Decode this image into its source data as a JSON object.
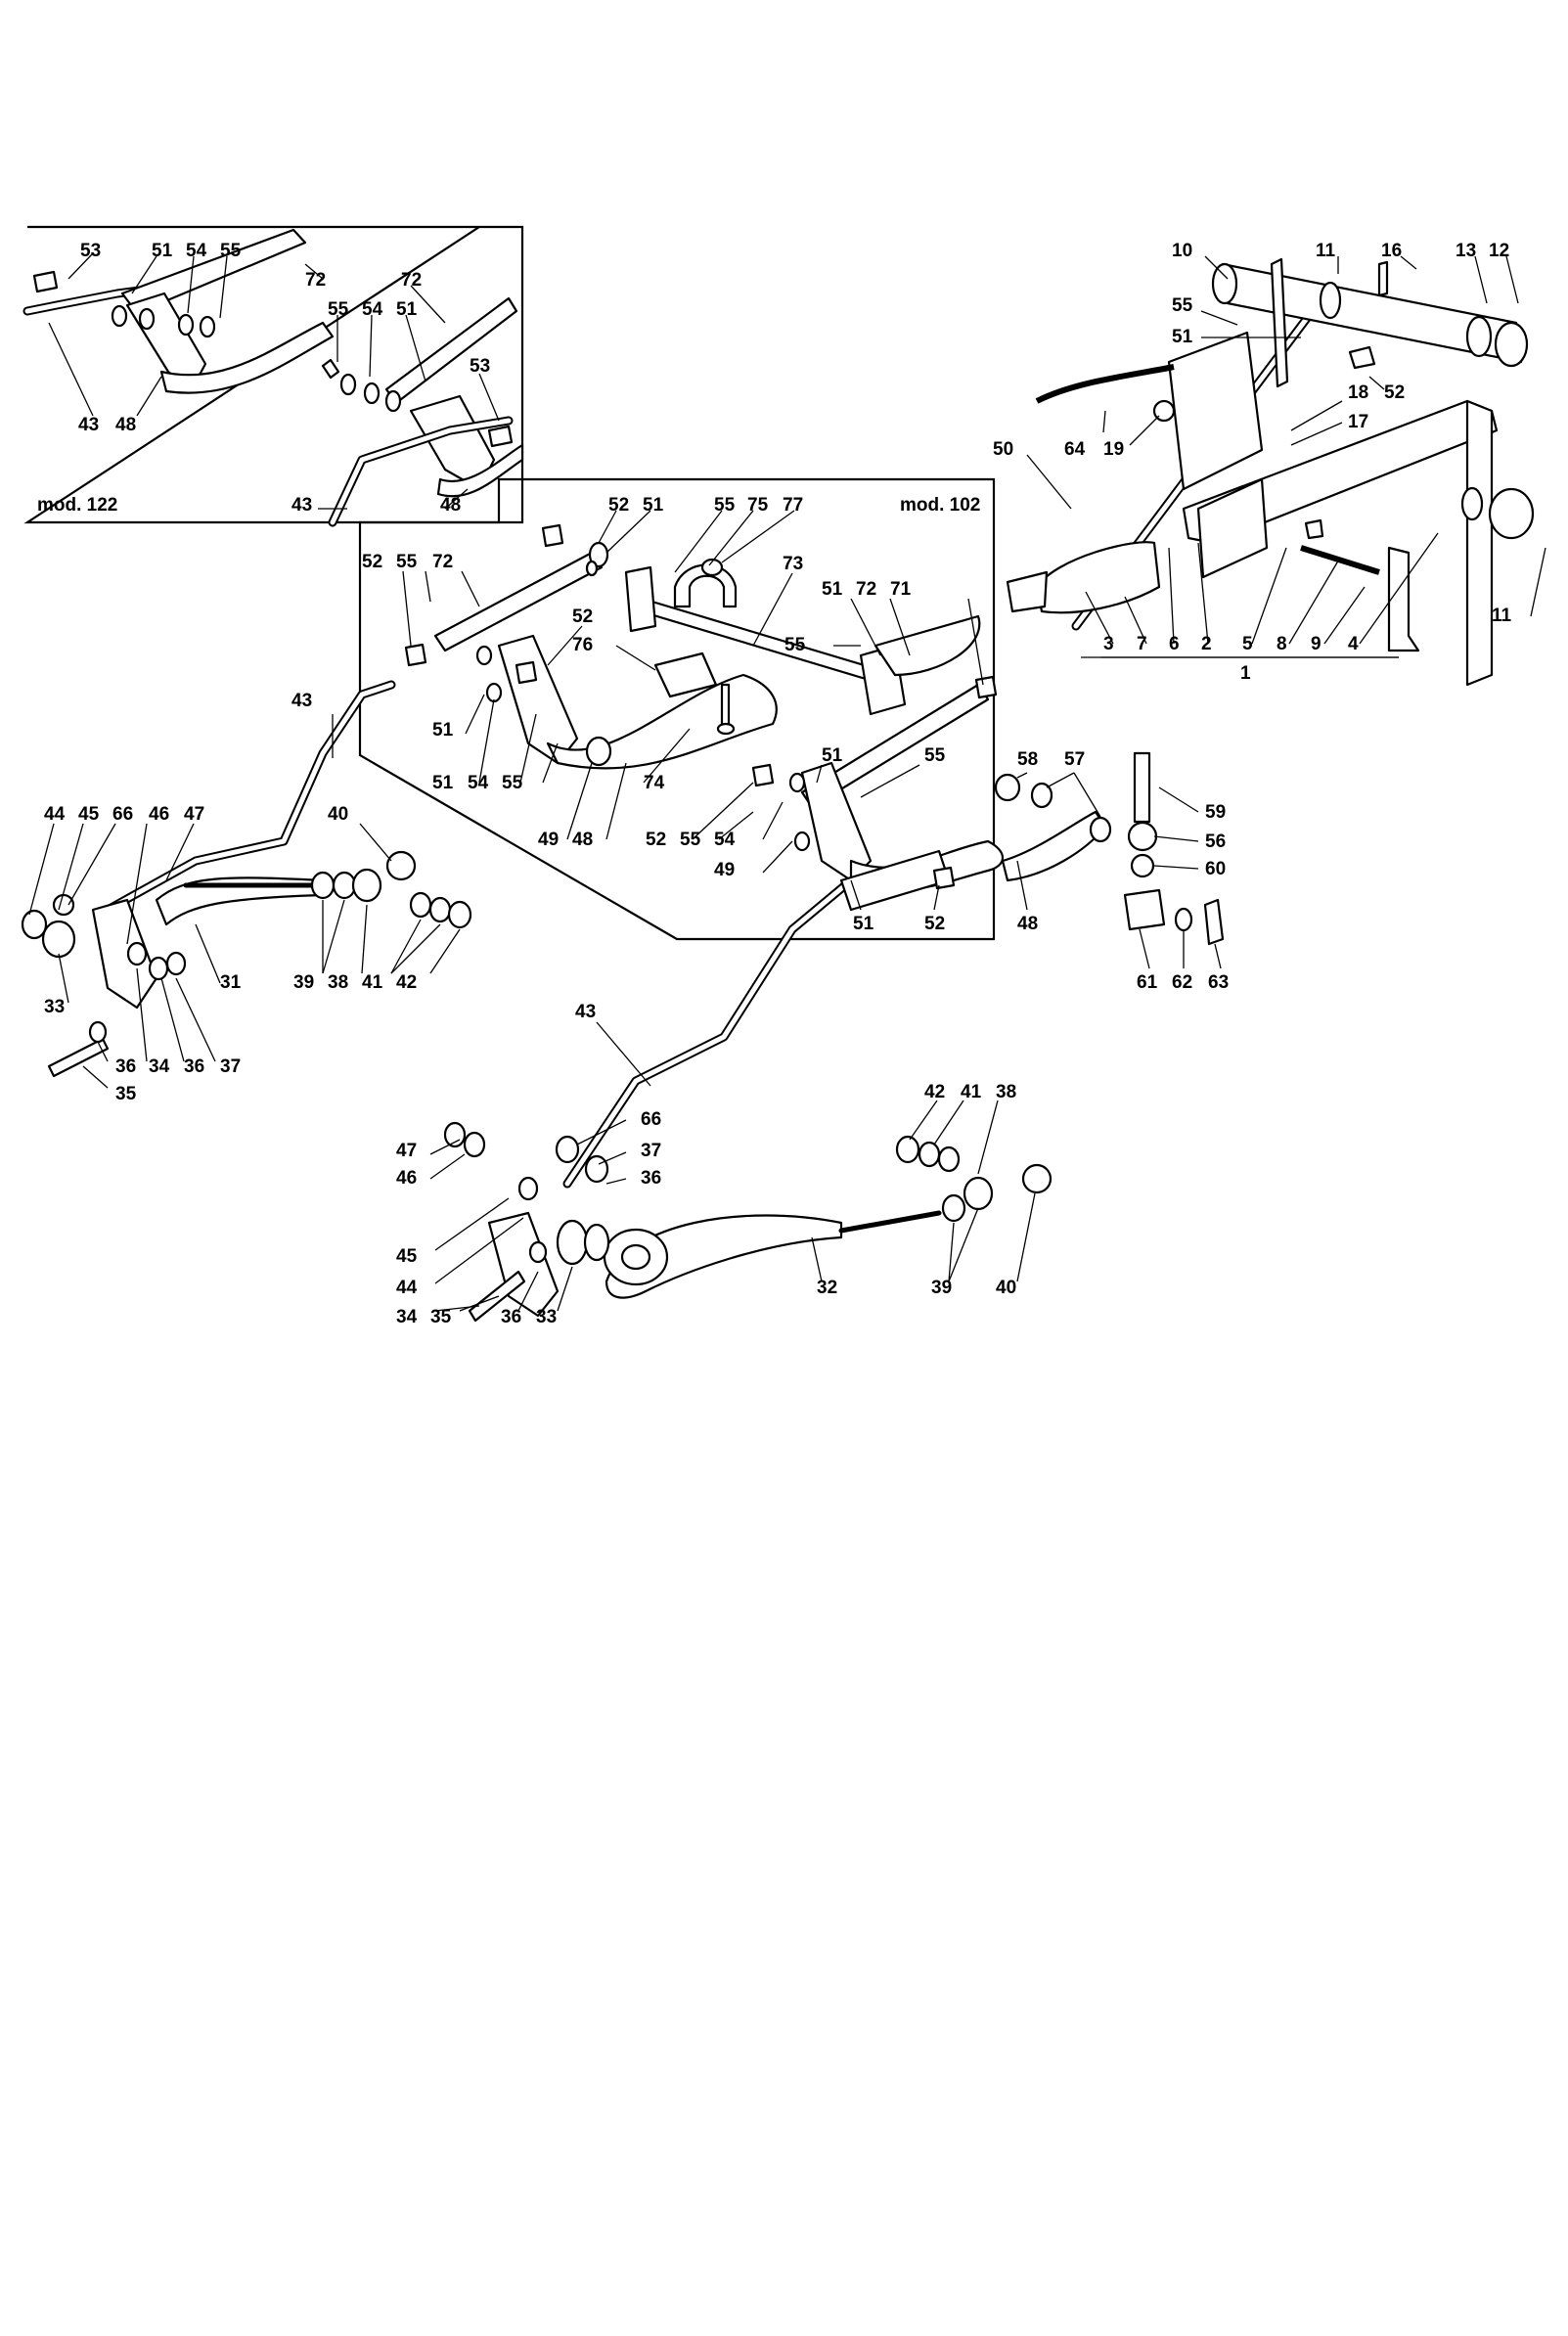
{
  "insets": {
    "mod122": "mod. 122",
    "mod102": "mod. 102"
  },
  "callouts": [
    {
      "id": "c1",
      "t": "53"
    },
    {
      "id": "c2",
      "t": "51"
    },
    {
      "id": "c3",
      "t": "54"
    },
    {
      "id": "c4",
      "t": "55"
    },
    {
      "id": "c5",
      "t": "72"
    },
    {
      "id": "c6",
      "t": "72"
    },
    {
      "id": "c7",
      "t": "55"
    },
    {
      "id": "c8",
      "t": "54"
    },
    {
      "id": "c9",
      "t": "51"
    },
    {
      "id": "c10",
      "t": "53"
    },
    {
      "id": "c11",
      "t": "43"
    },
    {
      "id": "c12",
      "t": "48"
    },
    {
      "id": "c13",
      "t": "43"
    },
    {
      "id": "c14",
      "t": "48"
    },
    {
      "id": "c15",
      "t": "10"
    },
    {
      "id": "c16",
      "t": "11"
    },
    {
      "id": "c17",
      "t": "16"
    },
    {
      "id": "c18",
      "t": "13"
    },
    {
      "id": "c19",
      "t": "12"
    },
    {
      "id": "c20",
      "t": "55"
    },
    {
      "id": "c21",
      "t": "51"
    },
    {
      "id": "c22",
      "t": "52"
    },
    {
      "id": "c23",
      "t": "18"
    },
    {
      "id": "c24",
      "t": "17"
    },
    {
      "id": "c25",
      "t": "64"
    },
    {
      "id": "c26",
      "t": "19"
    },
    {
      "id": "c27",
      "t": "50"
    },
    {
      "id": "c28",
      "t": "11"
    },
    {
      "id": "c29",
      "t": "3"
    },
    {
      "id": "c30",
      "t": "7"
    },
    {
      "id": "c31",
      "t": "6"
    },
    {
      "id": "c32",
      "t": "2"
    },
    {
      "id": "c33",
      "t": "5"
    },
    {
      "id": "c34",
      "t": "8"
    },
    {
      "id": "c35",
      "t": "9"
    },
    {
      "id": "c36",
      "t": "4"
    },
    {
      "id": "c37",
      "t": "1"
    },
    {
      "id": "c38",
      "t": "52"
    },
    {
      "id": "c39",
      "t": "51"
    },
    {
      "id": "c40",
      "t": "55"
    },
    {
      "id": "c41",
      "t": "75"
    },
    {
      "id": "c42",
      "t": "77"
    },
    {
      "id": "c43",
      "t": "52"
    },
    {
      "id": "c44",
      "t": "55"
    },
    {
      "id": "c45",
      "t": "72"
    },
    {
      "id": "c46",
      "t": "73"
    },
    {
      "id": "c47",
      "t": "52"
    },
    {
      "id": "c48",
      "t": "76"
    },
    {
      "id": "c49",
      "t": "51"
    },
    {
      "id": "c50",
      "t": "72"
    },
    {
      "id": "c51",
      "t": "71"
    },
    {
      "id": "c52",
      "t": "55"
    },
    {
      "id": "c53",
      "t": "51"
    },
    {
      "id": "c54",
      "t": "51"
    },
    {
      "id": "c55",
      "t": "54"
    },
    {
      "id": "c56",
      "t": "55"
    },
    {
      "id": "c57",
      "t": "74"
    },
    {
      "id": "c58",
      "t": "49"
    },
    {
      "id": "c59",
      "t": "48"
    },
    {
      "id": "c60",
      "t": "51"
    },
    {
      "id": "c61",
      "t": "55"
    },
    {
      "id": "c62",
      "t": "52"
    },
    {
      "id": "c63",
      "t": "55"
    },
    {
      "id": "c64",
      "t": "54"
    },
    {
      "id": "c65",
      "t": "49"
    },
    {
      "id": "c66",
      "t": "51"
    },
    {
      "id": "c67",
      "t": "52"
    },
    {
      "id": "c68",
      "t": "43"
    },
    {
      "id": "c69",
      "t": "58"
    },
    {
      "id": "c70",
      "t": "57"
    },
    {
      "id": "c71",
      "t": "59"
    },
    {
      "id": "c72",
      "t": "56"
    },
    {
      "id": "c73",
      "t": "60"
    },
    {
      "id": "c74",
      "t": "48"
    },
    {
      "id": "c75",
      "t": "61"
    },
    {
      "id": "c76",
      "t": "62"
    },
    {
      "id": "c77",
      "t": "63"
    },
    {
      "id": "c78",
      "t": "44"
    },
    {
      "id": "c79",
      "t": "45"
    },
    {
      "id": "c80",
      "t": "66"
    },
    {
      "id": "c81",
      "t": "46"
    },
    {
      "id": "c82",
      "t": "47"
    },
    {
      "id": "c83",
      "t": "40"
    },
    {
      "id": "c84",
      "t": "33"
    },
    {
      "id": "c85",
      "t": "31"
    },
    {
      "id": "c86",
      "t": "39"
    },
    {
      "id": "c87",
      "t": "38"
    },
    {
      "id": "c88",
      "t": "41"
    },
    {
      "id": "c89",
      "t": "42"
    },
    {
      "id": "c90",
      "t": "36"
    },
    {
      "id": "c91",
      "t": "34"
    },
    {
      "id": "c92",
      "t": "36"
    },
    {
      "id": "c93",
      "t": "37"
    },
    {
      "id": "c94",
      "t": "35"
    },
    {
      "id": "c95",
      "t": "43"
    },
    {
      "id": "c96",
      "t": "47"
    },
    {
      "id": "c97",
      "t": "46"
    },
    {
      "id": "c98",
      "t": "66"
    },
    {
      "id": "c99",
      "t": "37"
    },
    {
      "id": "c100",
      "t": "36"
    },
    {
      "id": "c101",
      "t": "45"
    },
    {
      "id": "c102",
      "t": "44"
    },
    {
      "id": "c103",
      "t": "34"
    },
    {
      "id": "c104",
      "t": "35"
    },
    {
      "id": "c105",
      "t": "36"
    },
    {
      "id": "c106",
      "t": "33"
    },
    {
      "id": "c107",
      "t": "32"
    },
    {
      "id": "c108",
      "t": "42"
    },
    {
      "id": "c109",
      "t": "41"
    },
    {
      "id": "c110",
      "t": "38"
    },
    {
      "id": "c111",
      "t": "39"
    },
    {
      "id": "c112",
      "t": "40"
    }
  ]
}
